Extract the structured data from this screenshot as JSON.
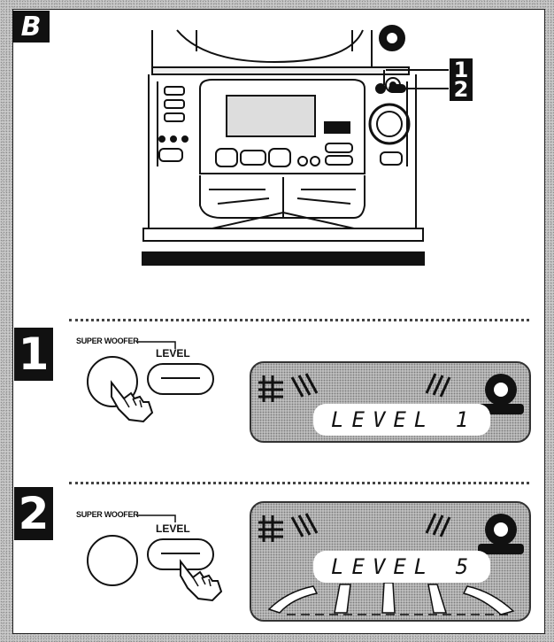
{
  "figure": {
    "label": "B"
  },
  "callouts": [
    "1",
    "2"
  ],
  "steps": [
    {
      "number": "1",
      "button_label": "SUPER WOOFER",
      "level_label": "LEVEL",
      "display_text": "LEVEL 1",
      "finger_on": "super-woofer-button"
    },
    {
      "number": "2",
      "button_label": "SUPER WOOFER",
      "level_label": "LEVEL",
      "display_text": "LEVEL 5",
      "finger_on": "level-button"
    }
  ],
  "icons": [
    "stereo-system-icon",
    "hand-pointer-icon",
    "speaker-icon",
    "level-bars-icon"
  ],
  "colors": {
    "ink": "#111111",
    "halftone": "#bdbdbd",
    "paper": "#ffffff"
  }
}
